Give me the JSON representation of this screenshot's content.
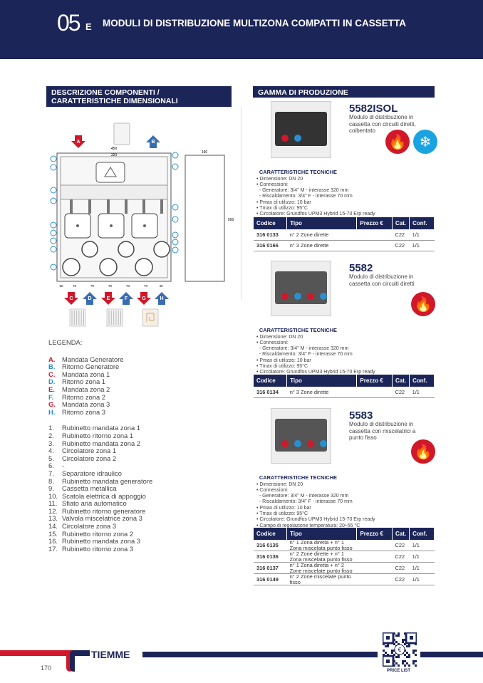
{
  "header": {
    "chapter": "05",
    "chapter_letter": "E",
    "title": "MODULI DI DISTRIBUZIONE MULTIZONA COMPATTI IN CASSETTA"
  },
  "left": {
    "section_title": "DESCRIZIONE COMPONENTI / CARATTERISTICHE DIMENSIONALI",
    "diagram": {
      "dims": {
        "w450": "450",
        "w320": "320",
        "depth": "160",
        "h": "500",
        "bottom": [
          "50",
          "70",
          "70",
          "70",
          "70",
          "70",
          "40"
        ]
      },
      "arrows": [
        "A",
        "B",
        "C",
        "D",
        "E",
        "F",
        "G",
        "H"
      ]
    },
    "legend_title": "LEGENDA:",
    "letters": [
      {
        "k": "A.",
        "t": "Mandata Generatore"
      },
      {
        "k": "B.",
        "t": "Ritorno Generatore"
      },
      {
        "k": "C.",
        "t": "Mandata zona 1"
      },
      {
        "k": "D.",
        "t": "Ritorno zona 1"
      },
      {
        "k": "E.",
        "t": "Mandata zona 2"
      },
      {
        "k": "F.",
        "t": "Ritorno zona 2"
      },
      {
        "k": "G.",
        "t": "Mandata zona 3"
      },
      {
        "k": "H.",
        "t": "Ritorno zona 3"
      }
    ],
    "numbers": [
      {
        "k": "1.",
        "t": "Rubinetto mandata zona 1"
      },
      {
        "k": "2.",
        "t": "Rubinetto ritorno zona 1"
      },
      {
        "k": "3.",
        "t": "Rubinetto mandata zona 2"
      },
      {
        "k": "4.",
        "t": "Circolatore zona 1"
      },
      {
        "k": "5.",
        "t": "Circolatore zona 2"
      },
      {
        "k": "6.",
        "t": "-"
      },
      {
        "k": "7.",
        "t": "Separatore idraulico"
      },
      {
        "k": "8.",
        "t": "Rubinetto mandata generatore"
      },
      {
        "k": "9.",
        "t": "Cassetta metallica"
      },
      {
        "k": "10.",
        "t": "Scatola elettrica di appoggio"
      },
      {
        "k": "11.",
        "t": "Sfiato aria automatico"
      },
      {
        "k": "12.",
        "t": "Rubinetto ritorno generatore"
      },
      {
        "k": "13.",
        "t": "Valvola miscelatrice zona 3"
      },
      {
        "k": "14.",
        "t": "Circolatore zona 3"
      },
      {
        "k": "15.",
        "t": "Rubinetto ritorno zona 2"
      },
      {
        "k": "16.",
        "t": "Rubinetto mandata zona 3"
      },
      {
        "k": "17.",
        "t": "Rubinetto ritorno zona 3"
      }
    ]
  },
  "right": {
    "section_title": "GAMMA DI PRODUZIONE",
    "spec_title": "CARATTERISTICHE TECNICHE",
    "columns": [
      "Codice",
      "Tipo",
      "Prezzo €",
      "Cat.",
      "Conf."
    ],
    "products": [
      {
        "name": "5582ISOL",
        "desc": "Modulo di distribuzione in cassetta con circuiti diretti, coibentato",
        "specs": [
          "• Dimensione: DN 20",
          "• Connessioni:",
          "  - Generatore: 3/4\" M - interasse 320 mm",
          "  - Riscaldamento: 3/4\" F - interasse 70 mm",
          "• Pmax di utilizzo: 10 bar",
          "• Tmax di utilizzo: 95°C",
          "• Circolatore: Grundfos UPM3 Hybrid 15-70 Erp ready"
        ],
        "rows": [
          {
            "code": "316 0133",
            "type": "n° 2 Zone dirette",
            "price": "",
            "cat": "C22",
            "conf": "1/1"
          },
          {
            "code": "316 0166",
            "type": "n° 3 Zone dirette",
            "price": "",
            "cat": "C22",
            "conf": "1/1"
          }
        ]
      },
      {
        "name": "5582",
        "desc": "Modulo di distribuzione in cassetta con circuiti diretti",
        "specs": [
          "• Dimensione: DN 20",
          "• Connessioni:",
          "  - Generatore: 3/4\" M - interasse 320 mm",
          "  - Riscaldamento: 3/4\" F - interasse 70 mm",
          "• Pmax di utilizzo: 10 bar",
          "• Tmax di utilizzo: 95°C",
          "• Circolatore: Grundfos UPM3 Hybrid 15-70 Erp ready"
        ],
        "rows": [
          {
            "code": "316 0134",
            "type": "n° 3 Zone dirette",
            "price": "",
            "cat": "C22",
            "conf": "1/1"
          }
        ]
      },
      {
        "name": "5583",
        "desc": "Modulo di distribuzione in cassetta con miscelatrici a punto fisso",
        "specs": [
          "• Dimensione: DN 20",
          "• Connessioni:",
          "  - Generatore: 3/4\" M - interasse 320 mm",
          "  - Riscaldamento: 3/4\" F - interasse 70 mm",
          "• Pmax di utilizzo: 10 bar",
          "• Tmax di utilizzo: 95°C",
          "• Circolatore: Grundfos UPM3 Hybrid 15-70 Erp ready",
          "• Campo di regolazione temperatura: 20÷55 °C"
        ],
        "rows": [
          {
            "code": "316 0135",
            "type": "n° 1 Zona diretta + n° 1 Zona miscelata punto fisso",
            "price": "",
            "cat": "C22",
            "conf": "1/1"
          },
          {
            "code": "316 0136",
            "type": "n° 2 Zone dirette + n° 1 Zona miscelata punto fisso",
            "price": "",
            "cat": "C22",
            "conf": "1/1"
          },
          {
            "code": "316 0137",
            "type": "n° 1 Zona diretta + n° 2 Zone miscelate punto fisso",
            "price": "",
            "cat": "C22",
            "conf": "1/1"
          },
          {
            "code": "316 0149",
            "type": "n° 2 Zone miscelate punto fisso",
            "price": "",
            "cat": "C22",
            "conf": "1/1"
          }
        ]
      }
    ]
  },
  "footer": {
    "page": "170",
    "brand": "TIEMME",
    "qr_label": "PRICE LIST"
  },
  "colors": {
    "navy": "#1c2558",
    "red": "#d0182a",
    "blue": "#2a8fd0"
  }
}
